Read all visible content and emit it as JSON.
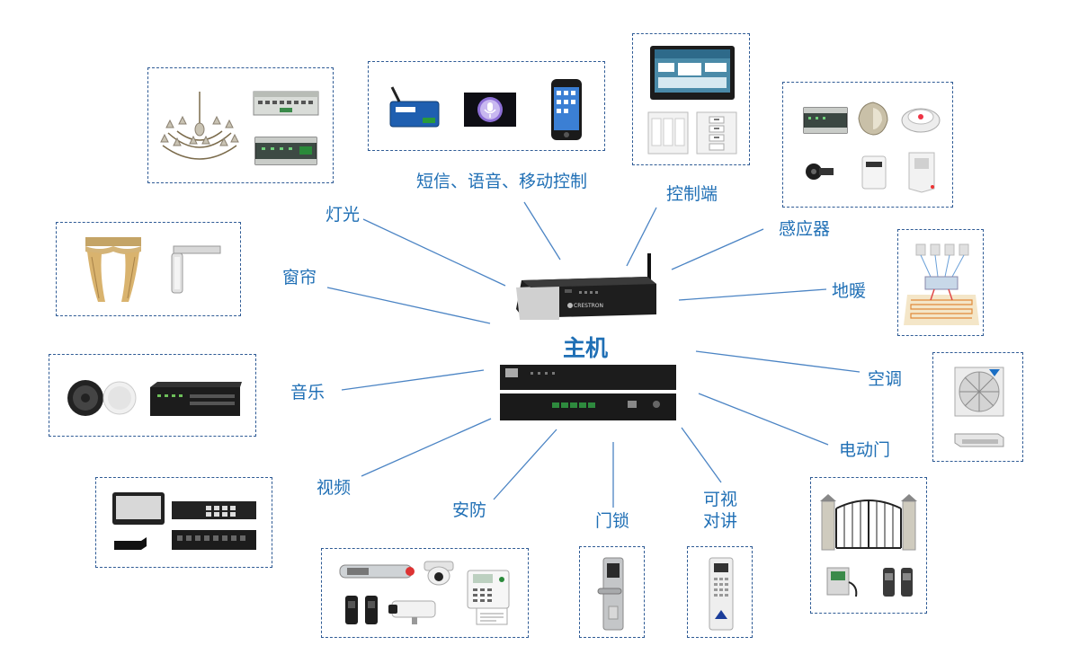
{
  "hub": {
    "title": "主机"
  },
  "categories": {
    "lighting": "灯光",
    "curtain": "窗帘",
    "music": "音乐",
    "video": "视频",
    "security": "安防",
    "door_lock": "门锁",
    "intercom_line1": "可视",
    "intercom_line2": "对讲",
    "electric_door": "电动门",
    "ac": "空调",
    "floor_heating": "地暖",
    "sensor": "感应器",
    "controller": "控制端",
    "sms_voice_mobile": "短信、语音、移动控制"
  },
  "devices": {
    "hub_top_brand": "CRESTRON"
  },
  "colors": {
    "label": "#1f6fb5",
    "line": "#4b84c4",
    "box_border": "#2f5b95"
  }
}
